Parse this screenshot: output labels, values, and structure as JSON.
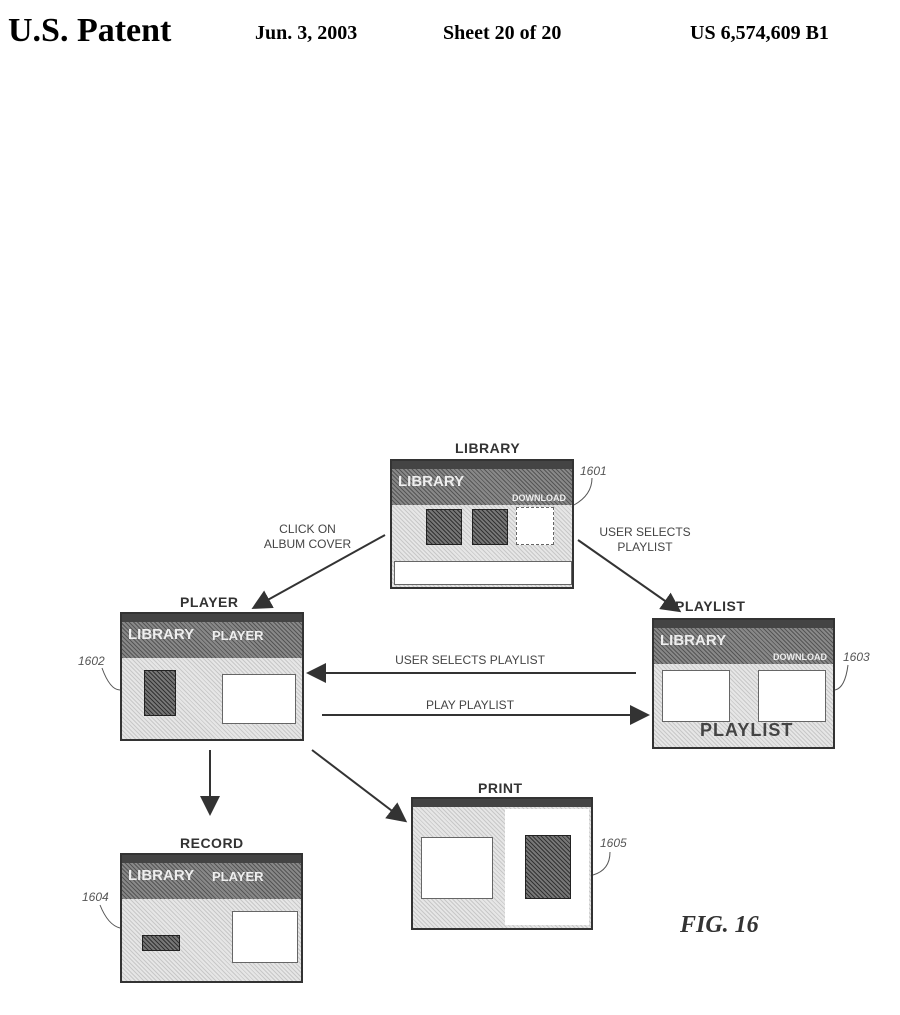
{
  "header": {
    "left": "U.S. Patent",
    "date": "Jun. 3, 2003",
    "sheet": "Sheet 20 of 20",
    "number": "US 6,574,609 B1"
  },
  "nodes": {
    "library": {
      "label": "LIBRARY",
      "ref": "1601",
      "banner": "LIBRARY",
      "sub": "DOWNLOAD"
    },
    "player": {
      "label": "PLAYER",
      "ref": "1602",
      "banner": "LIBRARY",
      "sub": "PLAYER"
    },
    "playlist": {
      "label": "PLAYLIST",
      "ref": "1603",
      "banner": "LIBRARY",
      "sub": "DOWNLOAD",
      "word": "PLAYLIST"
    },
    "record": {
      "label": "RECORD",
      "ref": "1604",
      "banner": "LIBRARY",
      "sub": "PLAYER"
    },
    "print": {
      "label": "PRINT",
      "ref": "1605"
    }
  },
  "edges": {
    "click_album": "CLICK ON\nALBUM COVER",
    "user_selects_playlist_1": "USER SELECTS\nPLAYLIST",
    "user_selects_playlist_2": "USER SELECTS PLAYLIST",
    "play_playlist": "PLAY PLAYLIST"
  },
  "figure": "FIG. 16"
}
